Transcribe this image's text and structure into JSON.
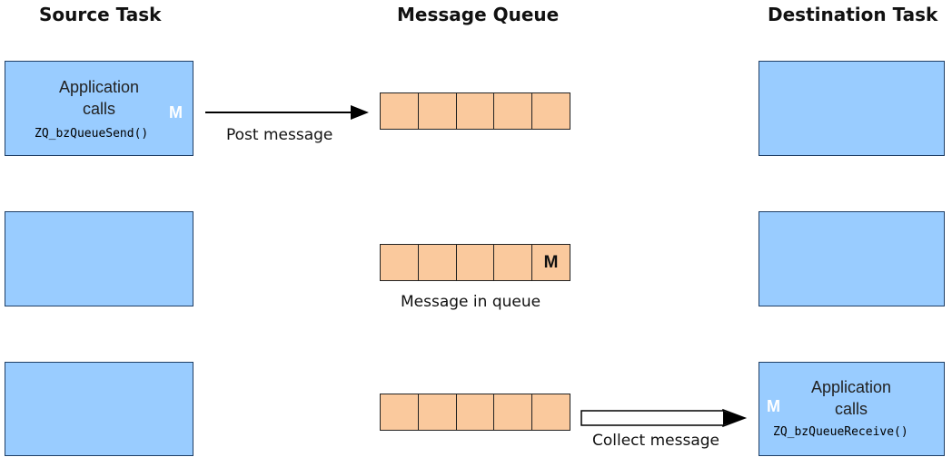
{
  "headers": {
    "source": "Source Task",
    "queue": "Message Queue",
    "destination": "Destination Task"
  },
  "source_box": {
    "line1": "Application",
    "line2": "calls",
    "function": "ZQ_bzQueueSend()",
    "message_marker": "M"
  },
  "post_label": "Post message",
  "queue_marker": "M",
  "in_queue_label": "Message in queue",
  "collect_label": "Collect message",
  "destination_box": {
    "line1": "Application",
    "line2": "calls",
    "function": "ZQ_bzQueueReceive()",
    "message_marker": "M"
  },
  "colors": {
    "task_fill": "#99ccff",
    "queue_slot_fill": "#fac99d"
  }
}
